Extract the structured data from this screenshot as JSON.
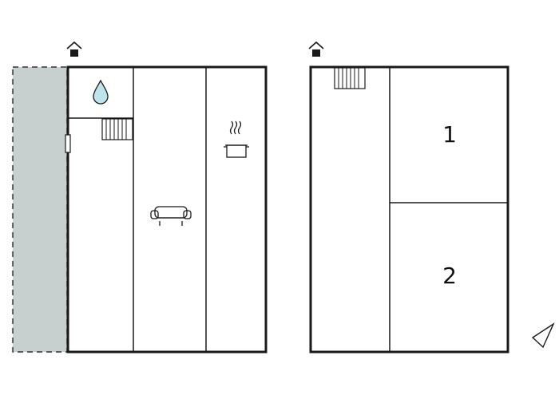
{
  "floors": [
    {
      "id": "ground-floor",
      "icons": [
        "entrance-house-icon",
        "water-drop-bathroom-icon",
        "stairs-icon",
        "sofa-living-room-icon",
        "cooking-pot-kitchen-icon",
        "door-icon"
      ],
      "terrace": {
        "style": "dashed",
        "fill": "#c8cfcf"
      }
    },
    {
      "id": "upper-floor",
      "icons": [
        "entrance-house-icon",
        "stairs-icon"
      ],
      "rooms": [
        {
          "id": "bedroom-1",
          "label": "1"
        },
        {
          "id": "bedroom-2",
          "label": "2"
        }
      ]
    }
  ],
  "compass": {
    "icon": "north-arrow-icon"
  },
  "colors": {
    "wall": "#1a1a1a",
    "terrace": "#c8cfcf",
    "water": "#bfe3ea"
  }
}
